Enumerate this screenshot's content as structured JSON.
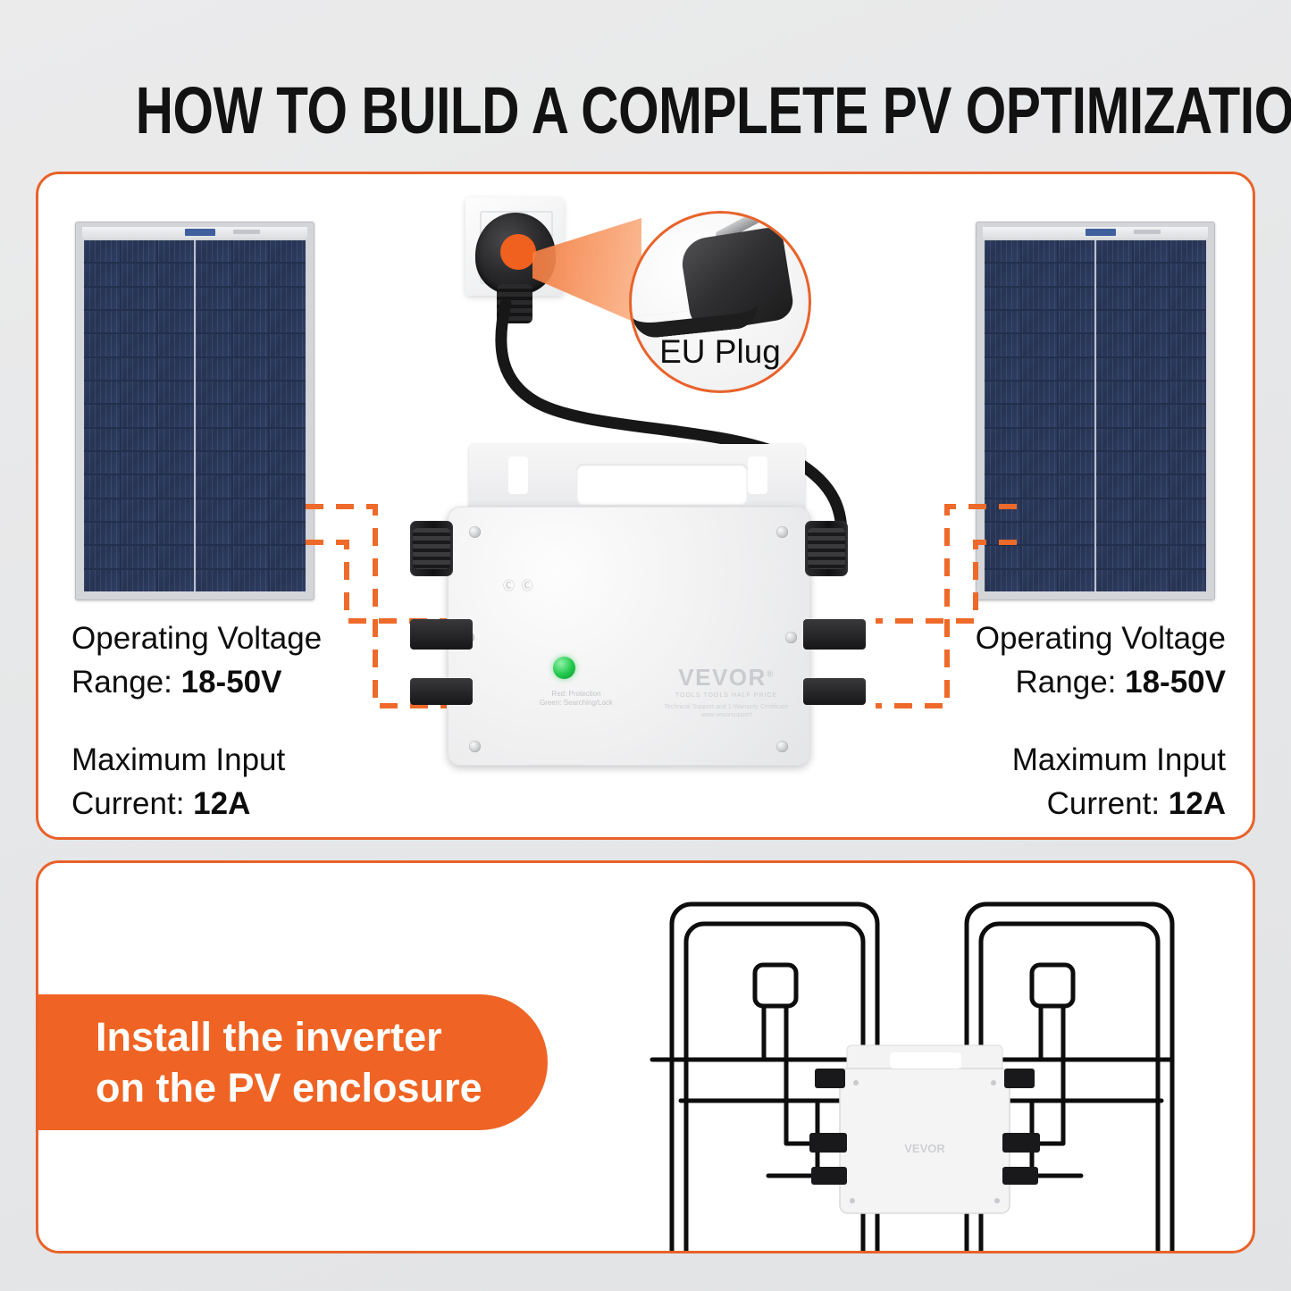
{
  "page": {
    "title": "HOW TO BUILD A COMPLETE PV OPTIMIZATION SYSTEM",
    "background_color": "#e8e9ea",
    "accent_color": "#e8622a",
    "banner_color": "#ef6424"
  },
  "top_card": {
    "callout": {
      "label": "EU Plug",
      "icon": "eu-schuko-plug-icon",
      "magnifier_border_color": "#e8622a"
    },
    "socket": {
      "icon": "wall-socket-icon",
      "highlight_color": "#f0601f"
    },
    "inverter": {
      "brand": "VEVOR",
      "brand_mark": "®",
      "tagline": "TOOLS TOOLS HALF PRICE",
      "support_line_1": "Technical Support and 1-Warranty Certificate",
      "support_line_2": "www.vevorsupport",
      "led_label_line_1": "Red: Protection",
      "led_label_line_2": "Green: Searching/Lock",
      "led_color": "#1fc74a",
      "certification_marks": "Ⓒ Ⓒ"
    },
    "panels": [
      {
        "side": "left",
        "type": "polycrystalline-solar-panel",
        "cell_columns": 6,
        "cell_rows": 15,
        "cell_color": "#27345a",
        "frame_color": "#d3d5d8",
        "specs": [
          {
            "label": "Operating Voltage",
            "label2": "Range:",
            "value": "18-50V"
          },
          {
            "label": "Maximum Input",
            "label2": "Current:",
            "value": "12A"
          }
        ]
      },
      {
        "side": "right",
        "type": "polycrystalline-solar-panel",
        "cell_columns": 6,
        "cell_rows": 15,
        "cell_color": "#27345a",
        "frame_color": "#d3d5d8",
        "specs": [
          {
            "label": "Operating Voltage",
            "label2": "Range:",
            "value": "18-50V"
          },
          {
            "label": "Maximum Input",
            "label2": "Current:",
            "value": "12A"
          }
        ]
      }
    ]
  },
  "bottom_card": {
    "banner_line_1": "Install the inverter",
    "banner_line_2": "on the PV enclosure",
    "diagram": {
      "name": "pv-enclosure-wiring-diagram",
      "panel_outlines": 2,
      "junction_boxes": 2,
      "inverter_brand": "VEVOR"
    }
  }
}
